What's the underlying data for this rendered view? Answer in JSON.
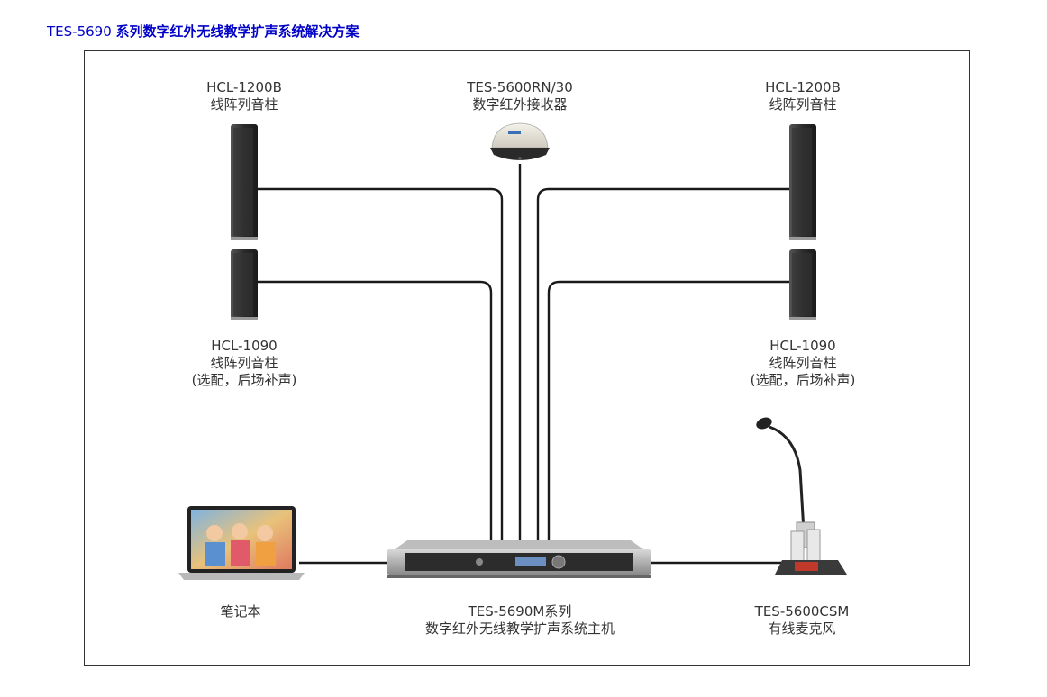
{
  "title": {
    "model": "TES-5690",
    "text": "系列数字红外无线教学扩声系统解决方案"
  },
  "labels": {
    "spk_large_left": {
      "model": "HCL-1200B",
      "name": "线阵列音柱"
    },
    "receiver": {
      "model": "TES-5600RN/30",
      "name": "数字红外接收器"
    },
    "spk_large_right": {
      "model": "HCL-1200B",
      "name": "线阵列音柱"
    },
    "spk_small_left": {
      "model": "HCL-1090",
      "name": "线阵列音柱",
      "note": "(选配，后场补声)"
    },
    "spk_small_right": {
      "model": "HCL-1090",
      "name": "线阵列音柱",
      "note": "(选配，后场补声)"
    },
    "laptop": {
      "name": "笔记本"
    },
    "host": {
      "model": "TES-5690M系列",
      "name": "数字红外无线教学扩声系统主机"
    },
    "mic": {
      "model": "TES-5600CSM",
      "name": "有线麦克风"
    }
  },
  "colors": {
    "title": "#0000c8",
    "wire": "#1a1a1a",
    "frame": "#333333"
  }
}
